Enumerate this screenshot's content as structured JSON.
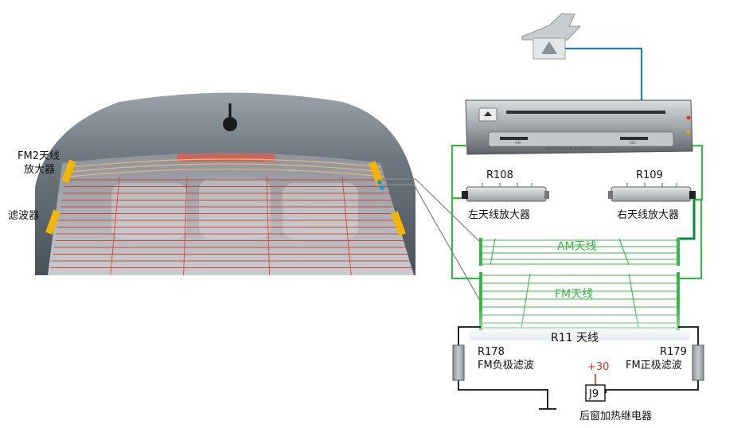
{
  "car": {
    "fm2_amp_line1": "FM2天线",
    "fm2_amp_line2": "放大器",
    "filter_label": "滤波器"
  },
  "head_unit": {
    "brand": "VOLKSWAGEN INFOTAINMENT",
    "slot_left": "SIM",
    "slot_right": "SDC"
  },
  "amplifiers": {
    "left_id": "R108",
    "left_name": "左天线放大器",
    "right_id": "R109",
    "right_name": "右天线放大器"
  },
  "antennas": {
    "am": "AM天线",
    "fm": "FM天线",
    "r11": "R11 天线"
  },
  "filters": {
    "neg_id": "R178",
    "neg_name": "FM负极滤波",
    "pos_id": "R179",
    "pos_name": "FM正极滤波"
  },
  "relay": {
    "voltage": "+30",
    "id": "J9",
    "name": "后窗加热继电器"
  },
  "colors": {
    "wire_green": "#3cb54a",
    "wire_blue": "#1f7fc2",
    "amber": "#f5b400",
    "heater_red": "#e0321e"
  }
}
